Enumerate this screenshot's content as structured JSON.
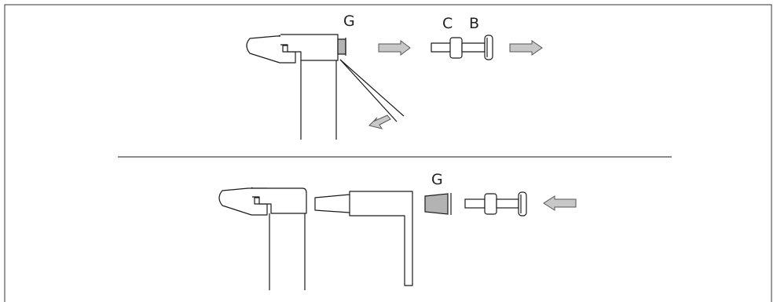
{
  "labels": {
    "top_g": "G",
    "top_c": "C",
    "top_b": "B",
    "bottom_g": "G"
  },
  "colors": {
    "line": "#1a1a1a",
    "part_fill": "#b3b3b3",
    "arrow_fill": "#c8c8c8",
    "arrow_stroke": "#555555",
    "frame": "#333333"
  }
}
